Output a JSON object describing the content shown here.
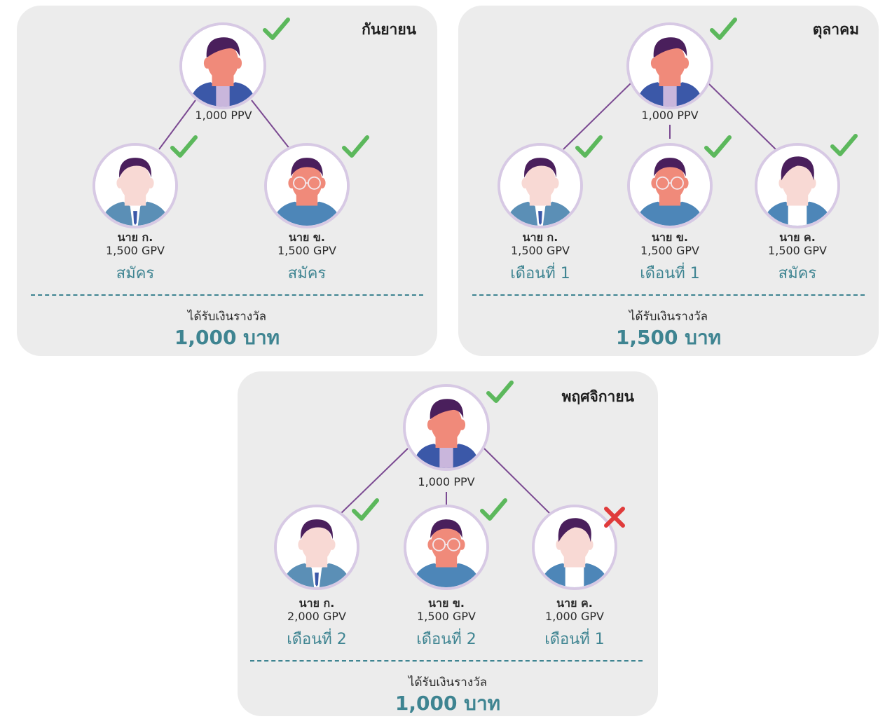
{
  "colors": {
    "panel": "#ececec",
    "accent": "#3e8491",
    "avatar_border": "#d7c9e4",
    "line": "#7b4a92",
    "check": "#5cb85c",
    "cross": "#e03b3b"
  },
  "panels": [
    {
      "month": "กันยายน",
      "top": {
        "ppv": "1,000 PPV",
        "mark": "check-icon"
      },
      "members": [
        {
          "name": "นาย ก.",
          "gpv": "1,500 GPV",
          "status": "สมัคร",
          "mark": "check-icon",
          "style": "suit"
        },
        {
          "name": "นาย ข.",
          "gpv": "1,500 GPV",
          "status": "สมัคร",
          "mark": "check-icon",
          "style": "glasses"
        }
      ],
      "reward_label": "ได้รับเงินรางวัล",
      "reward_amount": "1,000 บาท"
    },
    {
      "month": "ตุลาคม",
      "top": {
        "ppv": "1,000 PPV",
        "mark": "check-icon"
      },
      "members": [
        {
          "name": "นาย ก.",
          "gpv": "1,500 GPV",
          "status": "เดือนที่ 1",
          "mark": "check-icon",
          "style": "suit"
        },
        {
          "name": "นาย ข.",
          "gpv": "1,500 GPV",
          "status": "เดือนที่ 1",
          "mark": "check-icon",
          "style": "glasses"
        },
        {
          "name": "นาย ค.",
          "gpv": "1,500 GPV",
          "status": "สมัคร",
          "mark": "check-icon",
          "style": "young"
        }
      ],
      "reward_label": "ได้รับเงินรางวัล",
      "reward_amount": "1,500 บาท"
    },
    {
      "month": "พฤศจิกายน",
      "top": {
        "ppv": "1,000 PPV",
        "mark": "check-icon"
      },
      "members": [
        {
          "name": "นาย ก.",
          "gpv": "2,000 GPV",
          "status": "เดือนที่ 2",
          "mark": "check-icon",
          "style": "suit"
        },
        {
          "name": "นาย ข.",
          "gpv": "1,500 GPV",
          "status": "เดือนที่ 2",
          "mark": "check-icon",
          "style": "glasses"
        },
        {
          "name": "นาย ค.",
          "gpv": "1,000 GPV",
          "status": "เดือนที่ 1",
          "mark": "cross-icon",
          "style": "young"
        }
      ],
      "reward_label": "ได้รับเงินรางวัล",
      "reward_amount": "1,000 บาท"
    }
  ]
}
